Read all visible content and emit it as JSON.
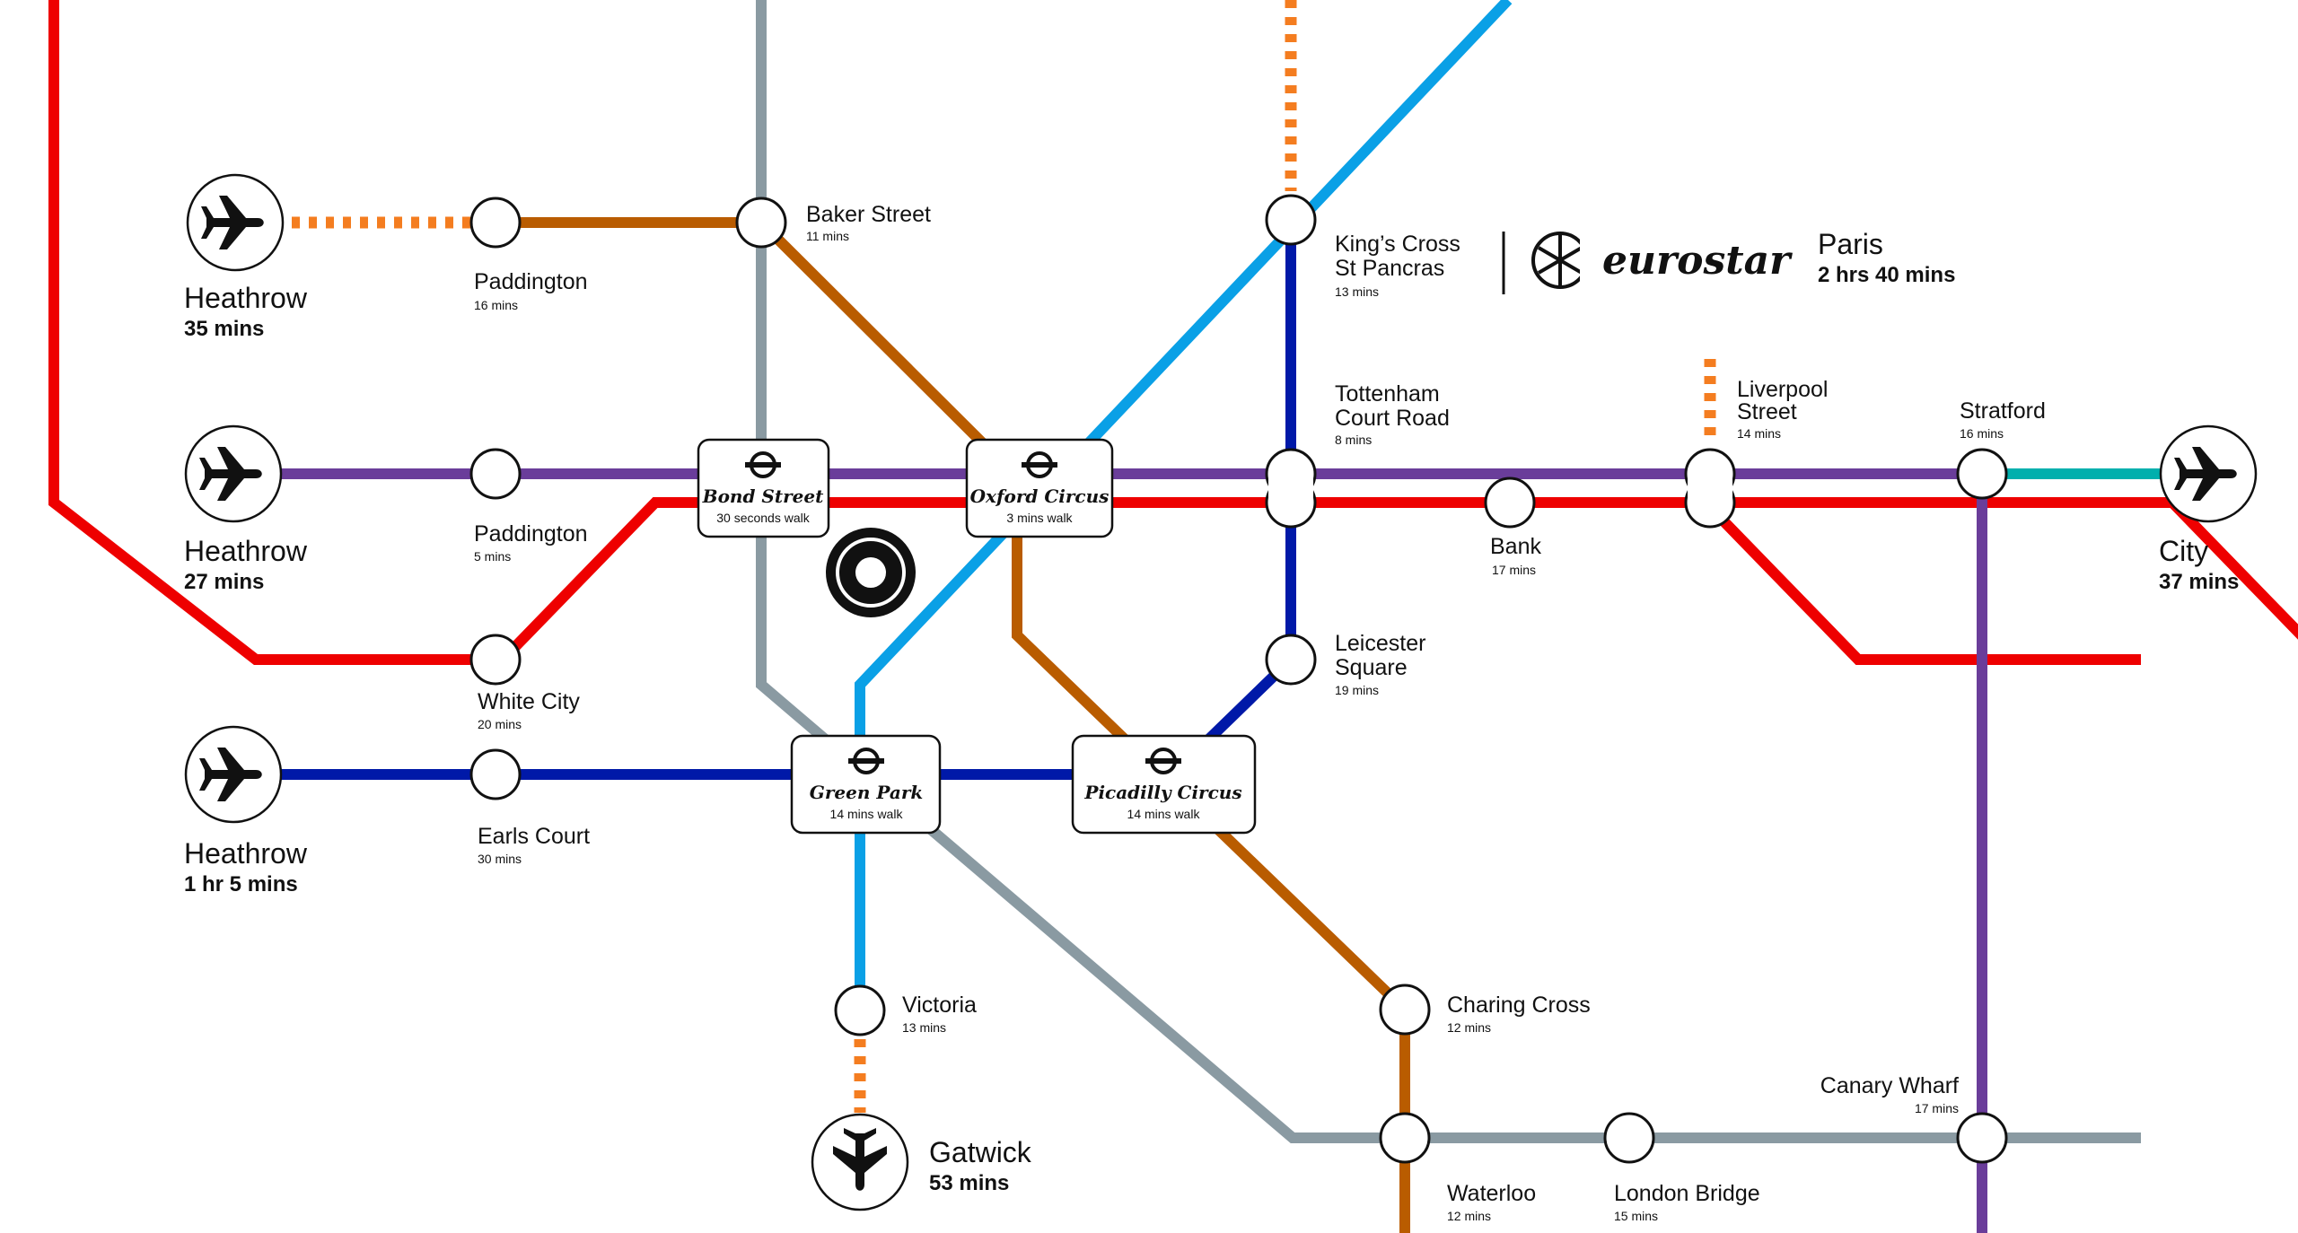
{
  "colors": {
    "central": "#ee0000",
    "bakerloo": "#b95c00",
    "circle_grey": "#8a9aa2",
    "victoria": "#0aa0e6",
    "northern": "#0019a8",
    "elizabeth": "#6a3d9a",
    "dlr": "#00afad",
    "rail_dash": "#f47d20",
    "text": "#111111"
  },
  "stations": {
    "paddington_1": {
      "name": "Paddington",
      "time": "16 mins"
    },
    "baker_street": {
      "name": "Baker Street",
      "time": "11 mins"
    },
    "kings_cross": {
      "name_1": "King’s Cross",
      "name_2": "St Pancras",
      "time": "13 mins"
    },
    "tottenham": {
      "name_1": "Tottenham",
      "name_2": "Court Road",
      "time": "8 mins"
    },
    "liverpool": {
      "name_1": "Liverpool",
      "name_2": "Street",
      "time": "14 mins"
    },
    "stratford": {
      "name": "Stratford",
      "time": "16 mins"
    },
    "paddington_2": {
      "name": "Paddington",
      "time": "5 mins"
    },
    "bank": {
      "name": "Bank",
      "time": "17 mins"
    },
    "white_city": {
      "name": "White City",
      "time": "20 mins"
    },
    "leicester": {
      "name_1": "Leicester",
      "name_2": "Square",
      "time": "19 mins"
    },
    "earls_court": {
      "name": "Earls Court",
      "time": "30 mins"
    },
    "victoria": {
      "name": "Victoria",
      "time": "13 mins"
    },
    "charing_cross": {
      "name": "Charing Cross",
      "time": "12 mins"
    },
    "canary_wharf": {
      "name": "Canary Wharf",
      "time": "17 mins"
    },
    "waterloo": {
      "name": "Waterloo",
      "time": "12 mins"
    },
    "london_bridge": {
      "name": "London Bridge",
      "time": "15 mins"
    }
  },
  "hubs": {
    "bond_street": {
      "name": "Bond Street",
      "walk": "30 seconds walk"
    },
    "oxford_circus": {
      "name": "Oxford Circus",
      "walk": "3 mins walk"
    },
    "green_park": {
      "name": "Green Park",
      "walk": "14 mins walk"
    },
    "picadilly_circus": {
      "name": "Picadilly Circus",
      "walk": "14 mins walk"
    }
  },
  "destinations": {
    "heathrow_1": {
      "name": "Heathrow",
      "time": "35 mins",
      "icon": "airplane-icon"
    },
    "heathrow_2": {
      "name": "Heathrow",
      "time": "27 mins",
      "icon": "airplane-icon"
    },
    "heathrow_3": {
      "name": "Heathrow",
      "time": "1 hr 5 mins",
      "icon": "airplane-icon"
    },
    "city": {
      "name": "City",
      "time": "37 mins",
      "icon": "airplane-icon"
    },
    "gatwick": {
      "name": "Gatwick",
      "time": "53 mins",
      "icon": "airplane-icon"
    },
    "paris": {
      "name": "Paris",
      "time": "2 hrs 40 mins"
    }
  },
  "eurostar": {
    "logo_text": "eurostar"
  }
}
